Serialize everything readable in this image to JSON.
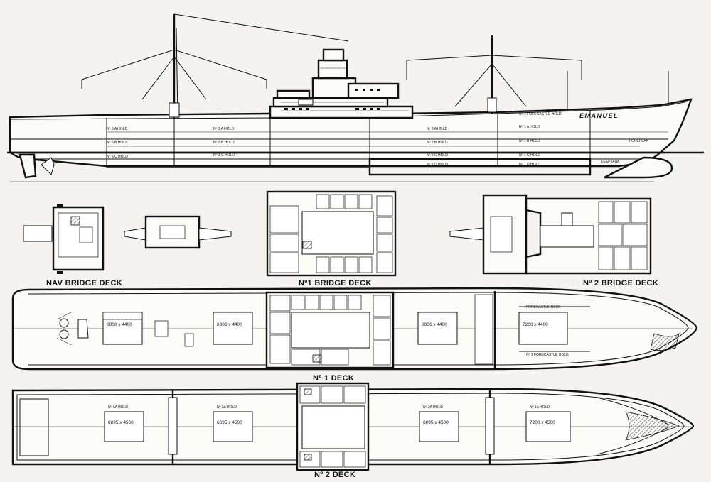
{
  "ship": {
    "name": "EMANUEL"
  },
  "profile_labels": {
    "fwd_hold": "Nº 1 FORECASTLE HOLD",
    "no6a": "Nº 6 A HOLD",
    "no3a": "Nº 3 A HOLD",
    "no2a": "Nº 2 A HOLD",
    "no1a": "Nº 1 A HOLD",
    "no6b": "Nº 6 B HOLD",
    "no3b": "Nº 3 B HOLD",
    "no2b": "Nº 2 B HOLD",
    "no1b": "Nº 1 B HOLD",
    "no6c": "Nº 6 C HOLD",
    "no3c": "Nº 3 C HOLD",
    "no2c": "Nº 2 C HOLD",
    "no1c": "Nº 1 C HOLD",
    "no2d": "Nº 2 D HOLD",
    "no1d": "Nº 1 D HOLD",
    "forepeak": "FOREPEAK",
    "deeptank": "DEEPTANK"
  },
  "deck_titles": {
    "nav_bridge": "NAV BRIDGE DECK",
    "no1_bridge": "Nº1 BRIDGE DECK",
    "no2_bridge": "Nº 2 BRIDGE DECK",
    "no1_deck": "Nº 1 DECK",
    "no2_deck": "Nº 2 DECK"
  },
  "no1_deck": {
    "hatch_a": "6900 x 4400",
    "hatch_b": "6900 x 4400",
    "hatch_c": "6900 x 4400",
    "hatch_d": "7200 x 4400",
    "forecastle_deck": "FORECASTLE DECK",
    "forecastle_hold": "Nº 1 FORECASTLE HOLD"
  },
  "no2_deck": {
    "hold_6a": "Nº 6A HOLD",
    "hold_3a": "Nº 3A HOLD",
    "hold_2a": "Nº 2A HOLD",
    "hold_1a": "Nº 1A HOLD",
    "hatch_6a": "6895 x 4500",
    "hatch_3a": "6895 x 4500",
    "hatch_2a": "6895 x 4500",
    "hatch_1a": "7200 x 4500"
  }
}
